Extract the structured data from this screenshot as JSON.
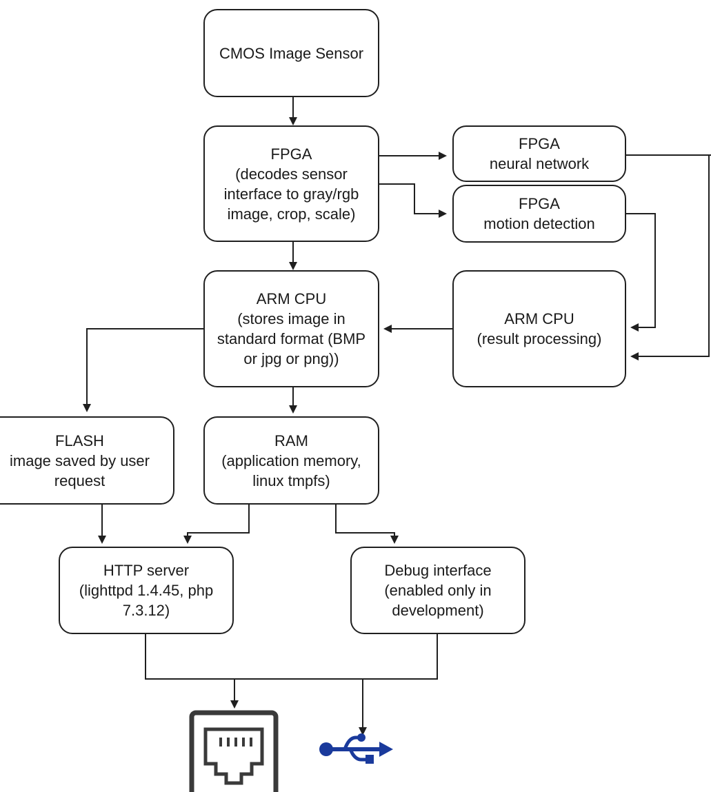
{
  "nodes": {
    "cmos": "CMOS Image Sensor",
    "fpga_main": "FPGA\n(decodes sensor\ninterface to gray/rgb\nimage, crop, scale)",
    "fpga_nn": "FPGA\nneural network",
    "fpga_motion": "FPGA\nmotion detection",
    "arm_cpu_main": "ARM CPU\n(stores image in\nstandard format (BMP\nor jpg or png))",
    "arm_cpu_result": "ARM CPU\n(result processing)",
    "flash": "FLASH\nimage saved by user\nrequest",
    "ram": "RAM\n(application memory,\nlinux tmpfs)",
    "http_server": "HTTP server\n(lighttpd 1.4.45, php\n7.3.12)",
    "debug_interface": "Debug interface\n(enabled only in\ndevelopment)"
  },
  "icons": {
    "ethernet": "ethernet-port-icon",
    "usb": "usb-icon",
    "usb_color": "#1a3a9c"
  }
}
